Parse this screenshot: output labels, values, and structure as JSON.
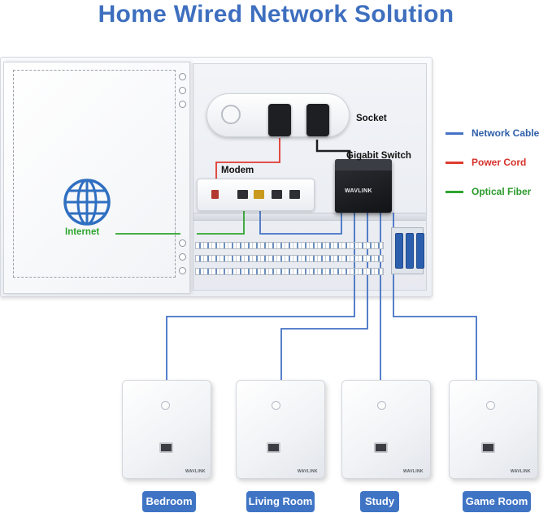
{
  "title": "Home Wired Network Solution",
  "labels": {
    "socket": "Socket",
    "gigabit_switch": "Gigabit Switch",
    "modem": "Modem",
    "internet": "Internet"
  },
  "legend": [
    {
      "label": "Network Cable",
      "color": "#4472c4"
    },
    {
      "label": "Power Cord",
      "color": "#e03a2f"
    },
    {
      "label": "Optical Fiber",
      "color": "#2ea52e"
    }
  ],
  "brand": "WAVLINK",
  "rooms": [
    "Bedroom",
    "Living Room",
    "Study",
    "Game Room"
  ],
  "colors": {
    "title": "#3e6fbf",
    "network": "#4472c4",
    "power": "#e03a2f",
    "fiber": "#2ea52e",
    "room_button": "#3f74c5"
  },
  "icons": [
    "globe-icon",
    "power-socket",
    "modem-device",
    "network-switch",
    "wall-ethernet-plate"
  ]
}
